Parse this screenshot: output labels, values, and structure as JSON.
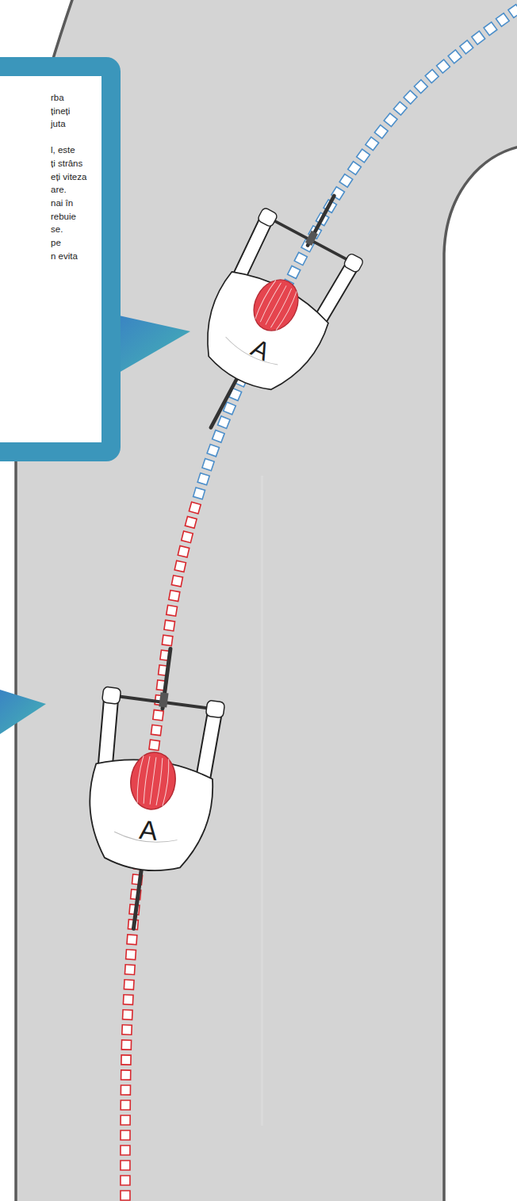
{
  "diagram": {
    "nodes": [
      {
        "text": [
          "rba",
          "țineți",
          "juta",
          "l, este",
          "ți strâns",
          "eți viteza",
          "are.",
          "nai în",
          "rebuie",
          "se.",
          "pe",
          "n evita"
        ]
      }
    ],
    "labels": [
      "A",
      "A"
    ]
  }
}
